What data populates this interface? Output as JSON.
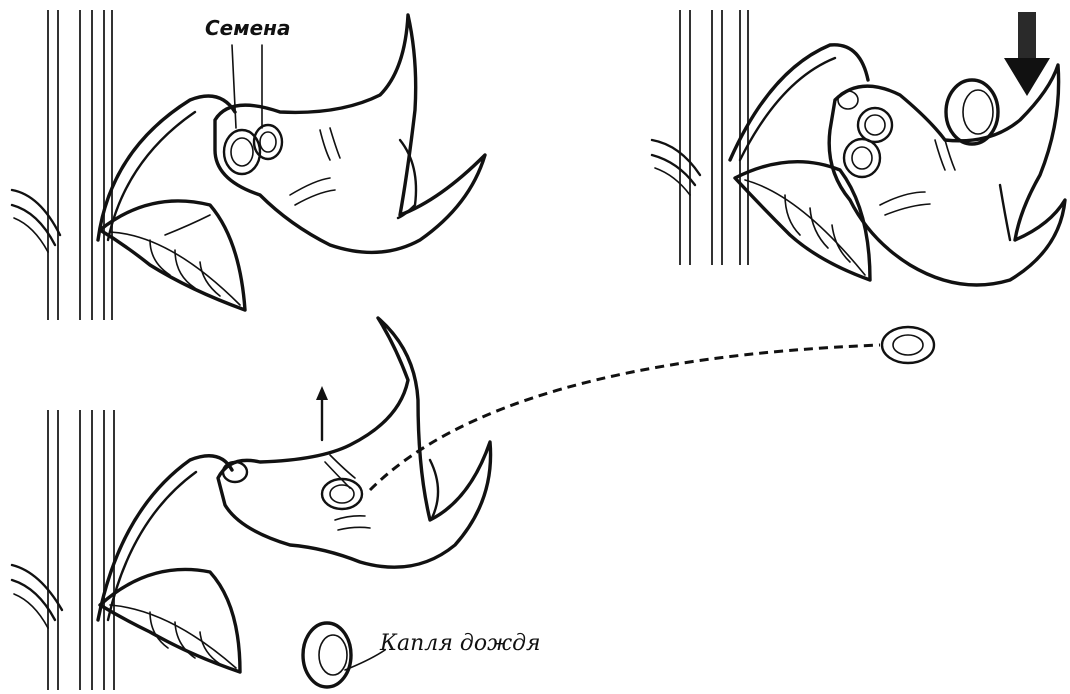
{
  "labels": {
    "seeds": "Семена",
    "raindrop": "Капля дождя"
  },
  "colors": {
    "ink": "#111111",
    "paper": "#ffffff"
  },
  "panels": [
    {
      "id": "panel-1",
      "description_name": "pod-closed-with-seeds"
    },
    {
      "id": "panel-2",
      "description_name": "raindrop-striking-pod"
    },
    {
      "id": "panel-3",
      "description_name": "pod-springs-open-seed-ejected"
    }
  ]
}
